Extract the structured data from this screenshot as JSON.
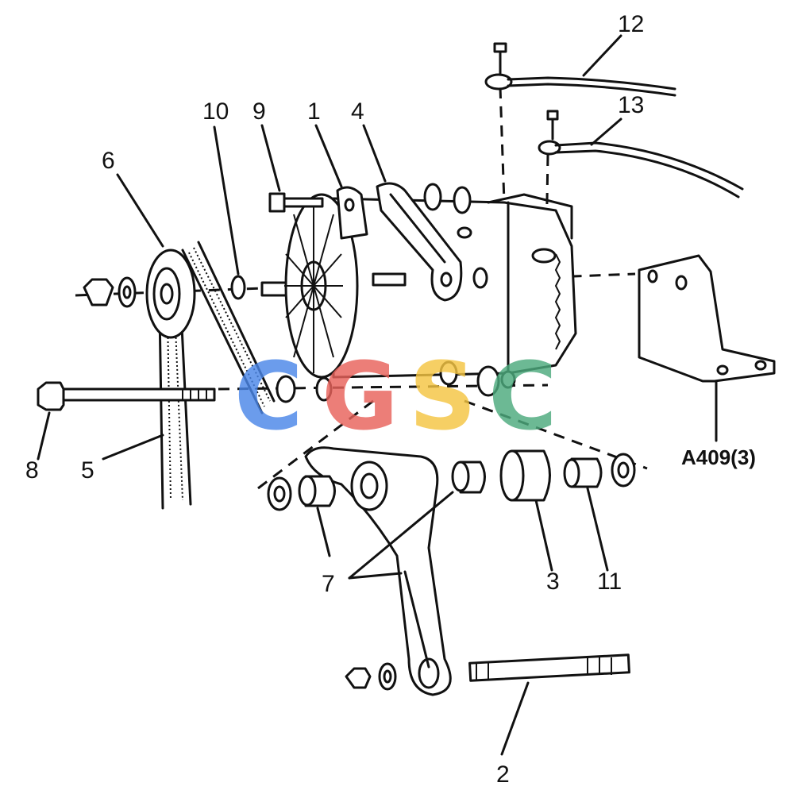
{
  "diagram": {
    "callouts": {
      "p1": "1",
      "p2": "2",
      "p3": "3",
      "p4": "4",
      "p5": "5",
      "p6": "6",
      "p7": "7",
      "p8": "8",
      "p9": "9",
      "p10": "10",
      "p11": "11",
      "p12": "12",
      "p13": "13"
    },
    "reference": "A409(3)",
    "watermark": {
      "letters": [
        "C",
        "G",
        "S",
        "C"
      ],
      "colors": [
        "#4a86e8",
        "#e8615a",
        "#f4c542",
        "#4caa7c"
      ]
    }
  }
}
